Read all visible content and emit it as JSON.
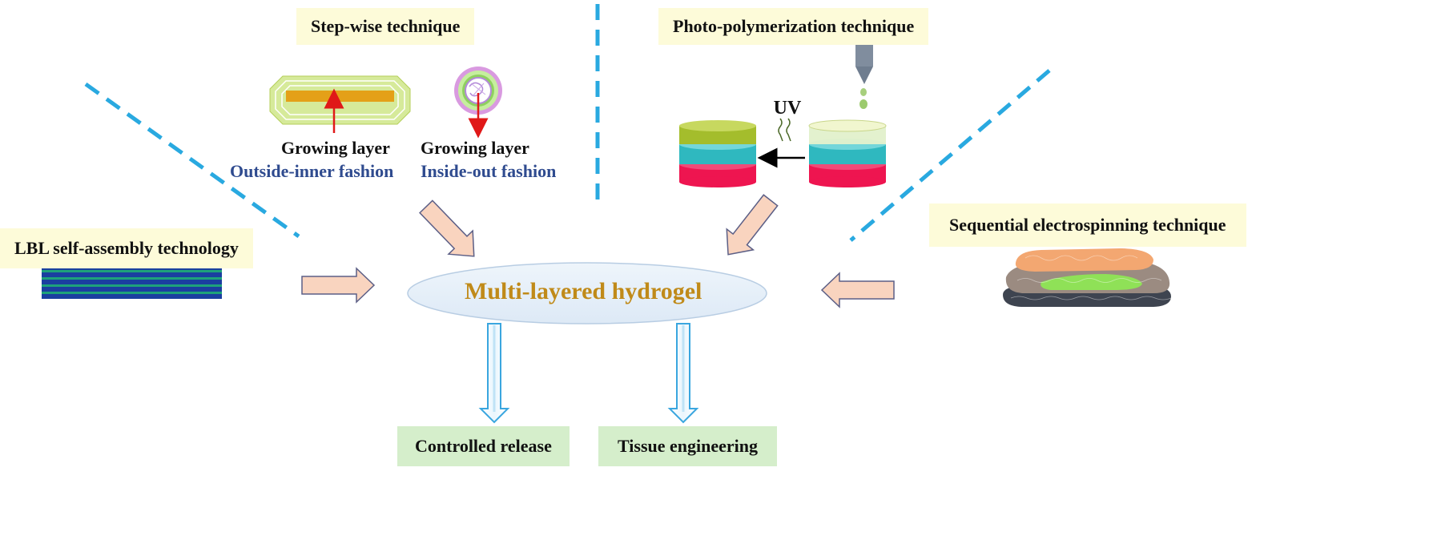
{
  "techniques": {
    "stepwise": "Step-wise technique",
    "photo": "Photo-polymerization technique",
    "lbl": "LBL self-assembly technology",
    "electrospinning": "Sequential electrospinning technique"
  },
  "stepwise_details": {
    "left_growing": "Growing layer",
    "left_fashion": "Outside-inner fashion",
    "right_growing": "Growing layer",
    "right_fashion": "Inside-out fashion"
  },
  "photo_details": {
    "uv": "UV"
  },
  "center": "Multi-layered hydrogel",
  "applications": {
    "controlled_release": "Controlled release",
    "tissue_engineering": "Tissue engineering"
  },
  "colors": {
    "divider": "#29a9e0",
    "arrow_fill": "#f9d4bf",
    "arrow_stroke": "#5c5f86",
    "center_fill": "#e6f0fa",
    "center_text": "#c08a19",
    "label_box": "#fdfbd9",
    "app_box": "#d5eecb",
    "sub_text": "#2f4b8f",
    "down_arrow": "#3aa6df"
  }
}
